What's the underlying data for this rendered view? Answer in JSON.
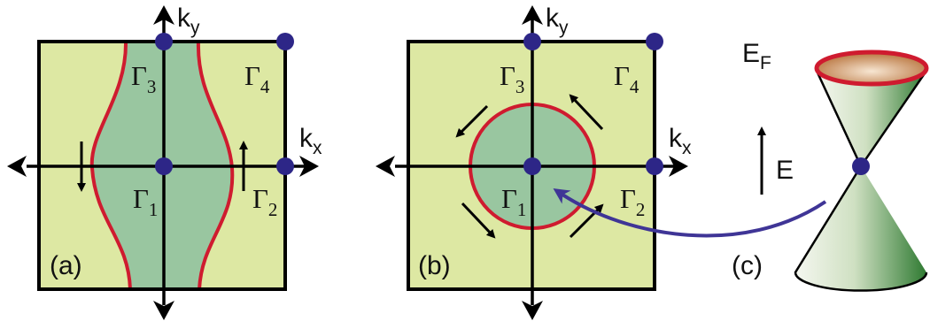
{
  "colors": {
    "zone": "#dde8a3",
    "pocket": "#99c6a0",
    "fermi": "#cf1b2f",
    "dot": "#2d2687",
    "axis": "#000000",
    "arrow_curve": "#3f3596",
    "cone_light": "#f3f6ee",
    "cone_dark": "#2f7a32",
    "cap": "#b8733c"
  },
  "panels": {
    "a": {
      "label": "(a)",
      "kx": "k",
      "kx_sub": "x",
      "ky": "k",
      "ky_sub": "y",
      "g1": "Γ",
      "g1_sub": "1",
      "g2": "Γ",
      "g2_sub": "2",
      "g3": "Γ",
      "g3_sub": "3",
      "g4": "Γ",
      "g4_sub": "4"
    },
    "b": {
      "label": "(b)",
      "kx": "k",
      "kx_sub": "x",
      "ky": "k",
      "ky_sub": "y",
      "g1": "Γ",
      "g1_sub": "1",
      "g2": "Γ",
      "g2_sub": "2",
      "g3": "Γ",
      "g3_sub": "3",
      "g4": "Γ",
      "g4_sub": "4"
    },
    "c": {
      "label": "(c)",
      "ef": "E",
      "ef_sub": "F",
      "e": "E"
    }
  }
}
